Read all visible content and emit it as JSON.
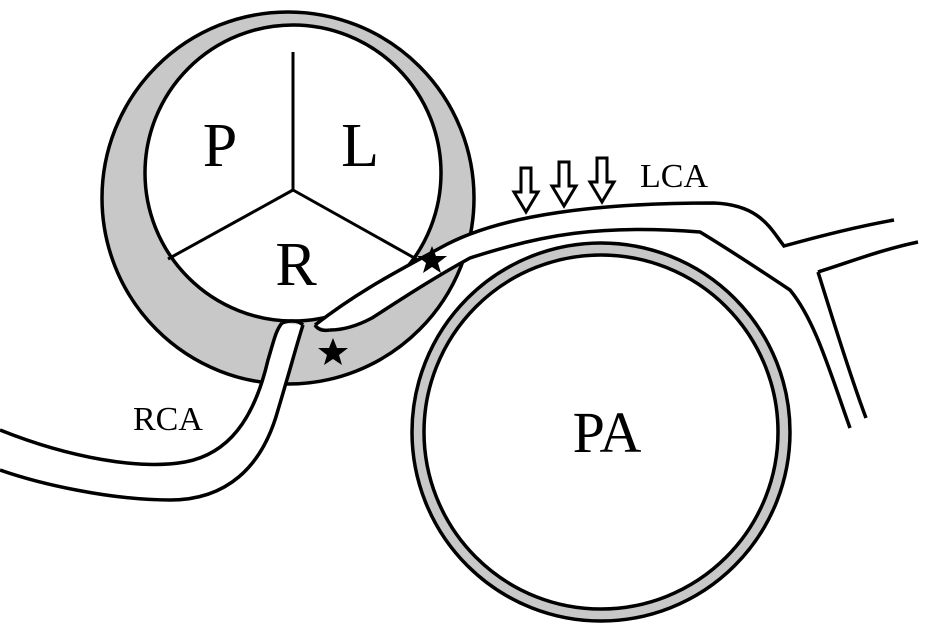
{
  "labels": {
    "cusp_p": "P",
    "cusp_l": "L",
    "cusp_r": "R",
    "pulmonary_artery": "PA",
    "left_coronary": "LCA",
    "right_coronary": "RCA"
  },
  "colors": {
    "wall_fill": "#c8c8c8",
    "lumen_fill": "#ffffff",
    "stroke": "#000000"
  },
  "markers": {
    "star_count": 2,
    "arrow_count": 3,
    "star_symbol": "star-icon",
    "arrow_symbol": "down-arrow-icon"
  }
}
